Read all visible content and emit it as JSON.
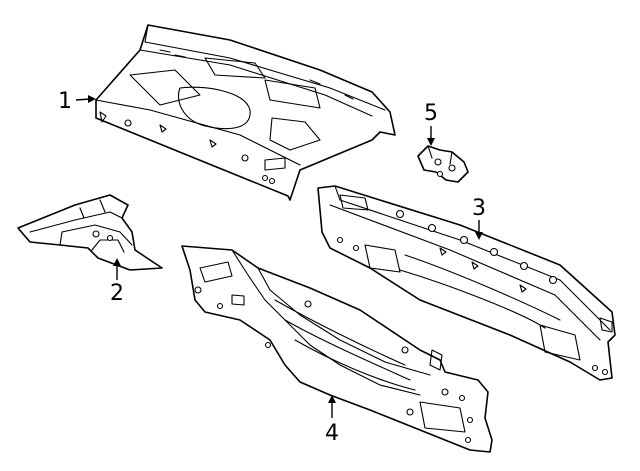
{
  "callouts": [
    {
      "id": "1",
      "label": "1"
    },
    {
      "id": "2",
      "label": "2"
    },
    {
      "id": "3",
      "label": "3"
    },
    {
      "id": "4",
      "label": "4"
    },
    {
      "id": "5",
      "label": "5"
    }
  ],
  "colors": {
    "line": "#000000",
    "fill": "#ffffff",
    "background": "#ffffff"
  }
}
